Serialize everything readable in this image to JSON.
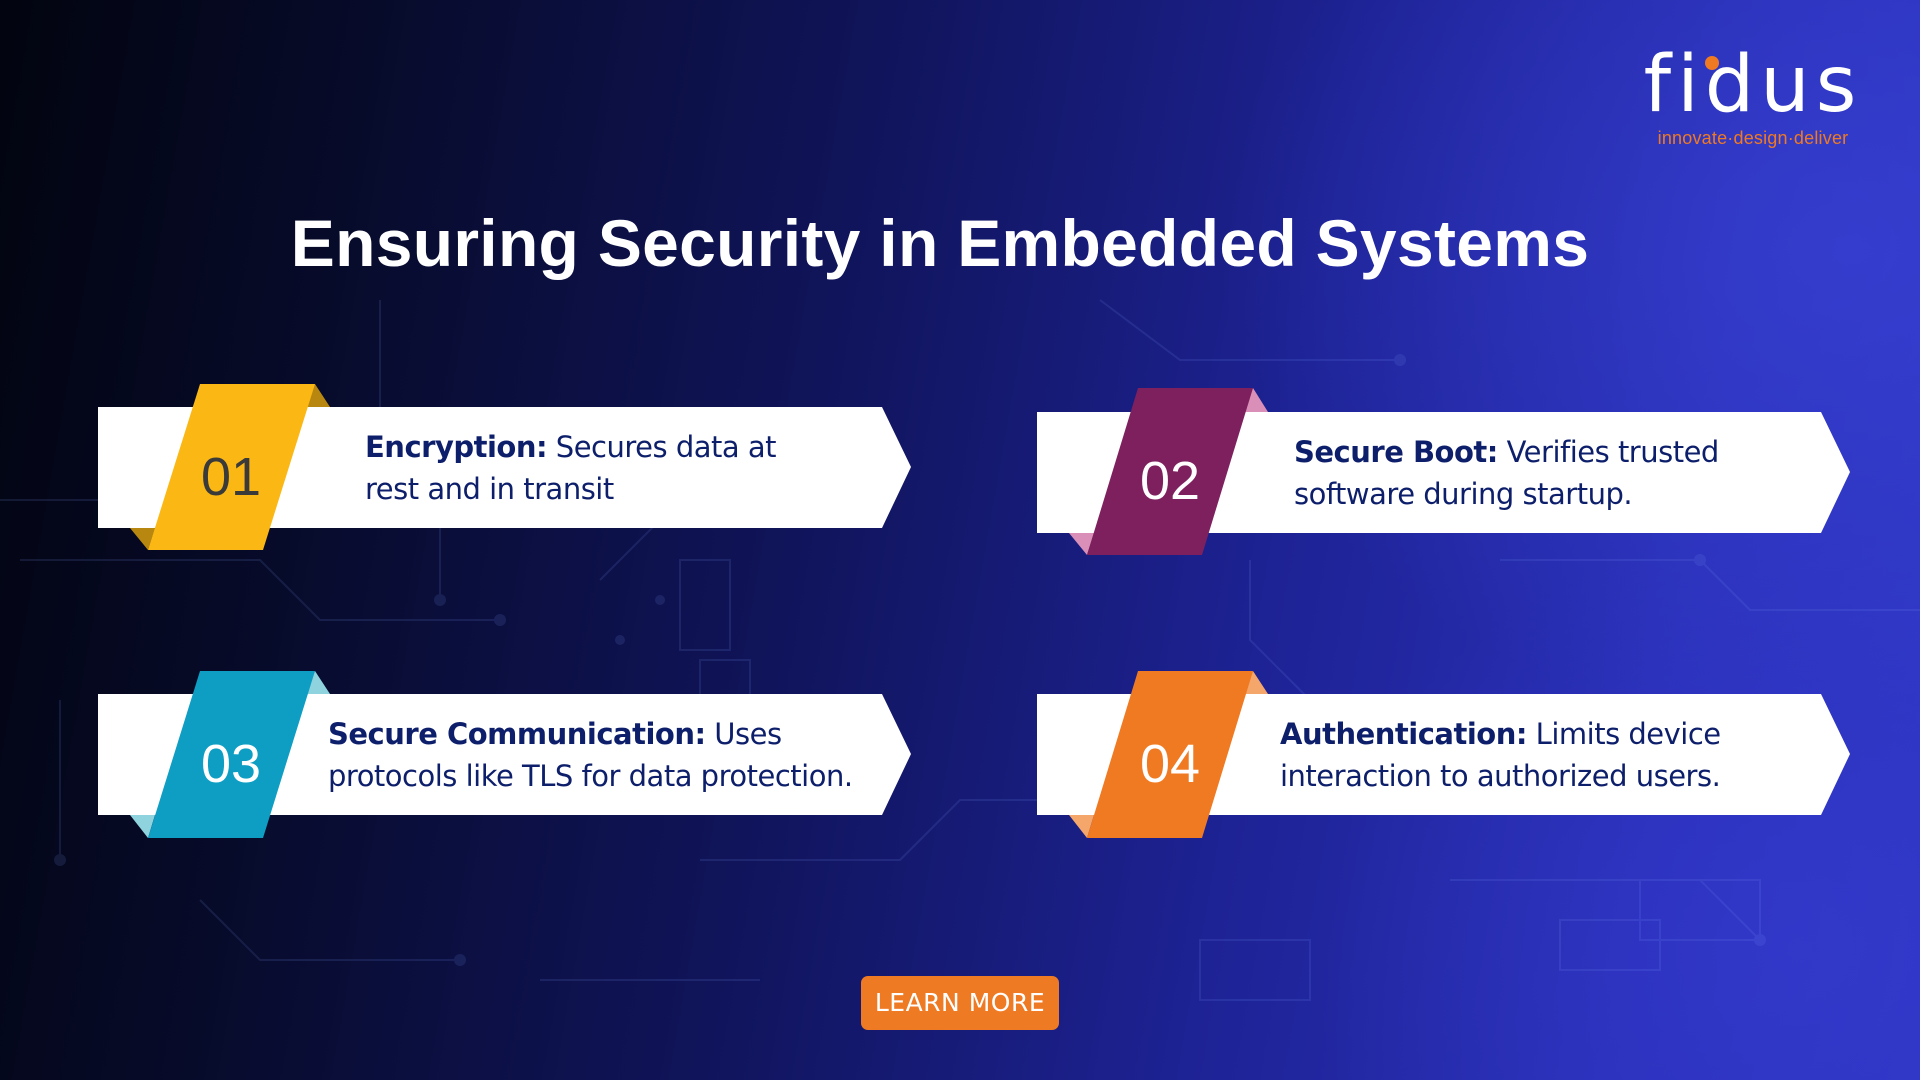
{
  "brand": {
    "logo_text": "fidus",
    "tagline": "innovate·design·deliver",
    "accent_color": "#f07a22"
  },
  "page": {
    "title": "Ensuring Security in Embedded Systems"
  },
  "cards": [
    {
      "number": "01",
      "heading": "Encryption:",
      "description": "Secures data at rest and in transit",
      "line1_rest": " Secures data at",
      "line2": "rest and in transit",
      "tab_color": "#fbb714",
      "fold_color": "#b8870f",
      "number_color": "#3a3a3a"
    },
    {
      "number": "02",
      "heading": "Secure Boot:",
      "description": "Verifies trusted software during startup.",
      "line1_rest": " Verifies trusted",
      "line2": "software during startup.",
      "tab_color": "#7e205e",
      "fold_color": "#d98fb8",
      "number_color": "#ffffff"
    },
    {
      "number": "03",
      "heading": "Secure Communication:",
      "description": "Uses protocols like TLS for data protection.",
      "line1_rest": " Uses",
      "line2": "protocols like TLS for data protection.",
      "tab_color": "#0e9ec4",
      "fold_color": "#8ed3de",
      "number_color": "#ffffff"
    },
    {
      "number": "04",
      "heading": "Authentication:",
      "description": "Limits device interaction to authorized users.",
      "line1_rest": " Limits device",
      "line2": "interaction to authorized users.",
      "tab_color": "#f07a22",
      "fold_color": "#f5a66b",
      "number_color": "#ffffff"
    }
  ],
  "cta": {
    "label": "LEARN MORE",
    "color": "#ef7a24"
  }
}
